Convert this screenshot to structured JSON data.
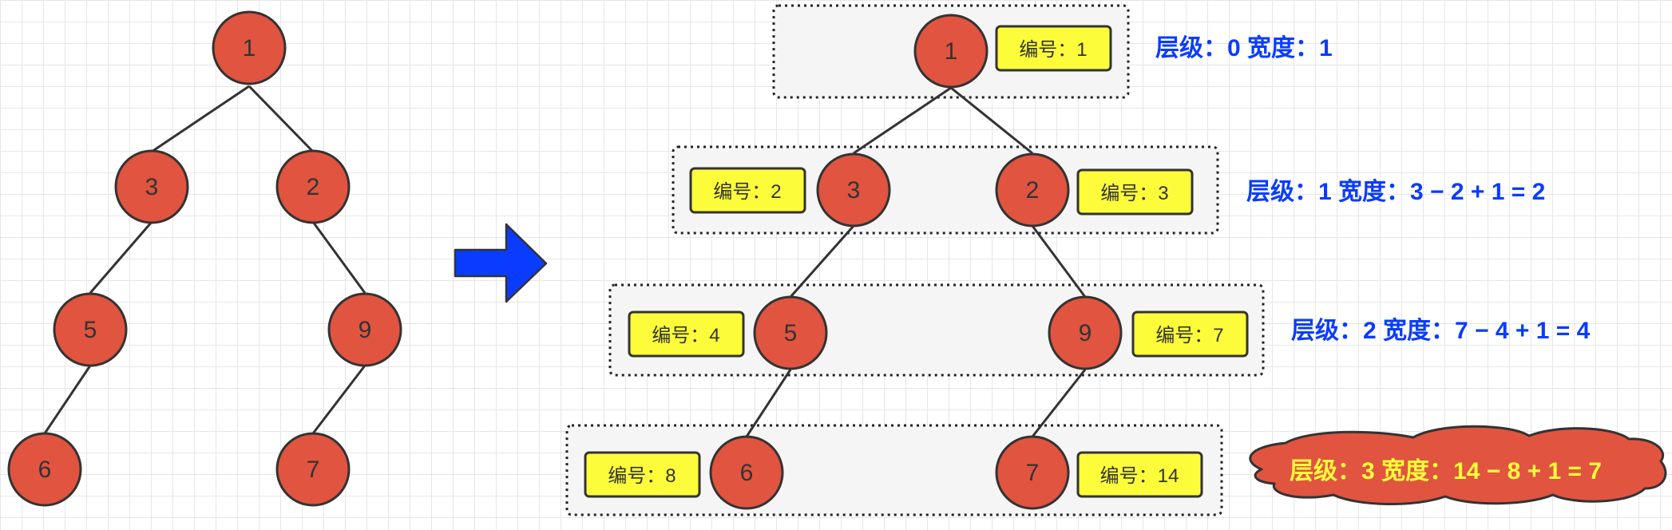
{
  "original_tree": {
    "nodes": [
      {
        "id": "n1",
        "label": "1"
      },
      {
        "id": "n3",
        "label": "3"
      },
      {
        "id": "n2",
        "label": "2"
      },
      {
        "id": "n5",
        "label": "5"
      },
      {
        "id": "n9",
        "label": "9"
      },
      {
        "id": "n6",
        "label": "6"
      },
      {
        "id": "n7",
        "label": "7"
      }
    ],
    "edges": [
      [
        "n1",
        "n3"
      ],
      [
        "n1",
        "n2"
      ],
      [
        "n3",
        "n5"
      ],
      [
        "n2",
        "n9"
      ],
      [
        "n5",
        "n6"
      ],
      [
        "n9",
        "n7"
      ]
    ]
  },
  "arrow": {
    "color": "#0a3cff"
  },
  "numbered_tree": {
    "nodes": [
      {
        "id": "m1",
        "label": "1",
        "tag": "编号：1"
      },
      {
        "id": "m3",
        "label": "3",
        "tag": "编号：2"
      },
      {
        "id": "m2",
        "label": "2",
        "tag": "编号：3"
      },
      {
        "id": "m5",
        "label": "5",
        "tag": "编号：4"
      },
      {
        "id": "m9",
        "label": "9",
        "tag": "编号：7"
      },
      {
        "id": "m6",
        "label": "6",
        "tag": "编号：8"
      },
      {
        "id": "m7",
        "label": "7",
        "tag": "编号：14"
      }
    ],
    "edges": [
      [
        "m1",
        "m3"
      ],
      [
        "m1",
        "m2"
      ],
      [
        "m3",
        "m5"
      ],
      [
        "m2",
        "m9"
      ],
      [
        "m5",
        "m6"
      ],
      [
        "m9",
        "m7"
      ]
    ]
  },
  "levels": [
    {
      "text": "层级：0 宽度：1"
    },
    {
      "text": "层级：1 宽度：3 − 2 + 1 = 2"
    },
    {
      "text": "层级：2 宽度：7 − 4 + 1 = 4"
    },
    {
      "text": "层级：3 宽度：14 − 8 + 1 = 7"
    }
  ],
  "colors": {
    "node_fill": "#e05440",
    "node_stroke": "#333333",
    "tag_fill": "#fcfc3a",
    "level_text": "#0a3cff",
    "highlight_text": "#fcfc3a",
    "level_box_fill": "#f5f5f5"
  }
}
